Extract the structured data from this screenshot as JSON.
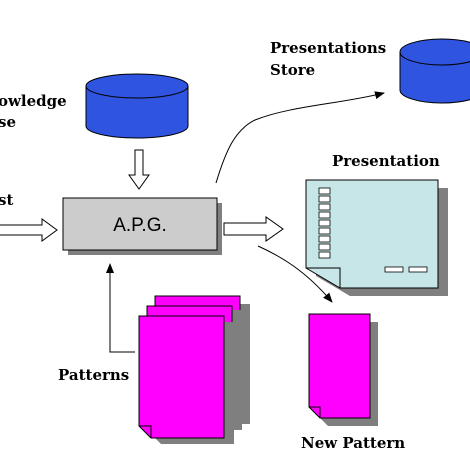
{
  "labels": {
    "knowledge_base_line1": "owledge",
    "knowledge_base_line2": "se",
    "request": "st",
    "apg": "A.P.G.",
    "presentations_store_line1": "Presentations",
    "presentations_store_line2": "Store",
    "presentation": "Presentation",
    "patterns": "Patterns",
    "new_pattern": "New Pattern"
  },
  "colors": {
    "database_fill": "#2f54e0",
    "database_stroke": "#000000",
    "apg_fill": "#cccccc",
    "presentation_fill": "#c6e6e8",
    "pattern_fill": "#ff00ff",
    "shadow": "#7f7f7f"
  }
}
